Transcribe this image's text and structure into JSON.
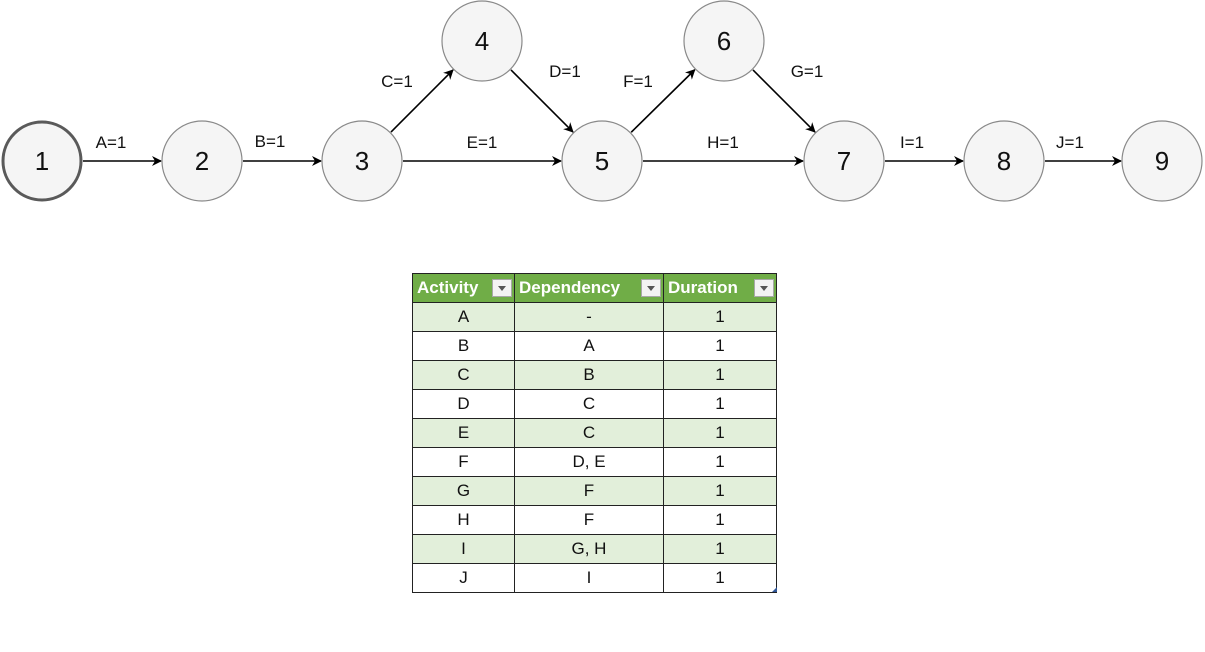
{
  "diagram": {
    "nodes": [
      "1",
      "2",
      "3",
      "4",
      "5",
      "6",
      "7",
      "8",
      "9"
    ],
    "edges": [
      {
        "label": "A=1",
        "from": "1",
        "to": "2"
      },
      {
        "label": "B=1",
        "from": "2",
        "to": "3"
      },
      {
        "label": "C=1",
        "from": "3",
        "to": "4"
      },
      {
        "label": "D=1",
        "from": "4",
        "to": "5"
      },
      {
        "label": "E=1",
        "from": "3",
        "to": "5"
      },
      {
        "label": "F=1",
        "from": "5",
        "to": "6"
      },
      {
        "label": "G=1",
        "from": "6",
        "to": "7"
      },
      {
        "label": "H=1",
        "from": "5",
        "to": "7"
      },
      {
        "label": "I=1",
        "from": "7",
        "to": "8"
      },
      {
        "label": "J=1",
        "from": "8",
        "to": "9"
      }
    ]
  },
  "table": {
    "headers": [
      "Activity",
      "Dependency",
      "Duration"
    ],
    "header_color": "#70ad47",
    "band_color": "#e2efda",
    "rows": [
      [
        "A",
        "-",
        "1"
      ],
      [
        "B",
        "A",
        "1"
      ],
      [
        "C",
        "B",
        "1"
      ],
      [
        "D",
        "C",
        "1"
      ],
      [
        "E",
        "C",
        "1"
      ],
      [
        "F",
        "D, E",
        "1"
      ],
      [
        "G",
        "F",
        "1"
      ],
      [
        "H",
        "F",
        "1"
      ],
      [
        "I",
        "G, H",
        "1"
      ],
      [
        "J",
        "I",
        "1"
      ]
    ]
  }
}
